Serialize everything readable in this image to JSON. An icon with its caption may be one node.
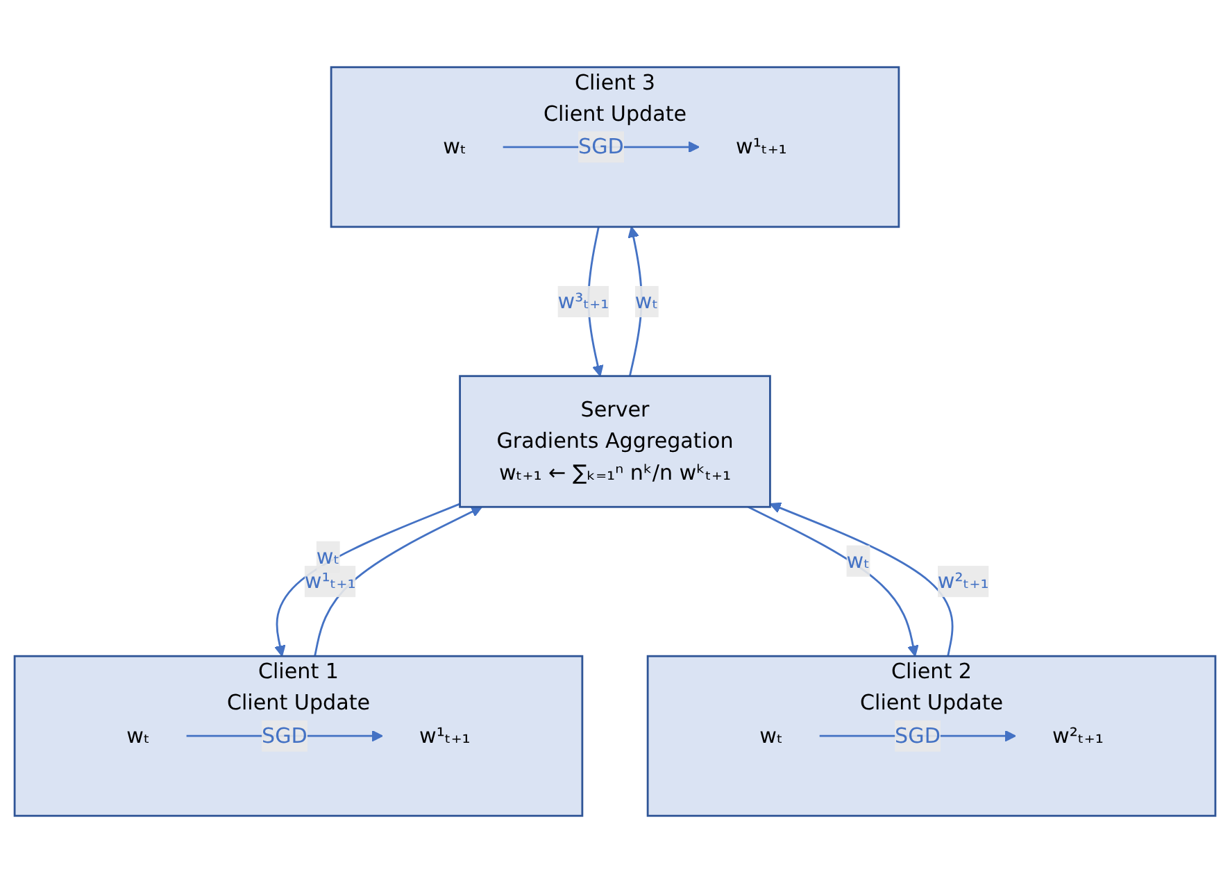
{
  "diagram": {
    "nodes": [
      {
        "text": [
          "Server",
          "Gradients Aggregation",
          "wₜ₊₁ ← ∑ₖ₌₁ⁿ nᵏ/n wᵏₜ₊₁"
        ]
      },
      {
        "text": [
          "Client 1",
          "Client Update"
        ]
      },
      {
        "text": [
          "wₜ"
        ],
        "in": 1
      },
      {
        "text": [
          "w¹ₜ₊₁"
        ],
        "in": 1
      },
      {
        "text": [
          "Client 2",
          "Client Update"
        ]
      },
      {
        "text": [
          "wₜ"
        ],
        "in": 4
      },
      {
        "text": [
          "w²ₜ₊₁"
        ],
        "in": 4
      },
      {
        "text": [
          "Client 3",
          "Client Update"
        ]
      },
      {
        "text": [
          "wₜ"
        ],
        "in": 7
      },
      {
        "text": [
          "w¹ₜ₊₁"
        ],
        "in": 7
      }
    ],
    "edges": [
      {
        "from": 1,
        "to": 0,
        "arrow": "to",
        "label": "w¹ₜ₊₁"
      },
      {
        "from": 0,
        "to": 1,
        "arrow": "to",
        "label": "wₜ"
      },
      {
        "from": 4,
        "to": 0,
        "arrow": "to",
        "label": "w²ₜ₊₁"
      },
      {
        "from": 0,
        "to": 4,
        "arrow": "to",
        "label": "wₜ"
      },
      {
        "from": 0,
        "to": 7,
        "arrow": "to",
        "label": "wₜ"
      },
      {
        "from": 7,
        "to": 0,
        "arrow": "to",
        "label": "w³ₜ₊₁"
      },
      {
        "from": 2,
        "to": 3,
        "arrow": "to",
        "label": "SGD"
      },
      {
        "from": 5,
        "to": 6,
        "arrow": "to",
        "label": "SGD"
      },
      {
        "from": 8,
        "to": 9,
        "arrow": "to",
        "label": "SGD"
      }
    ]
  }
}
